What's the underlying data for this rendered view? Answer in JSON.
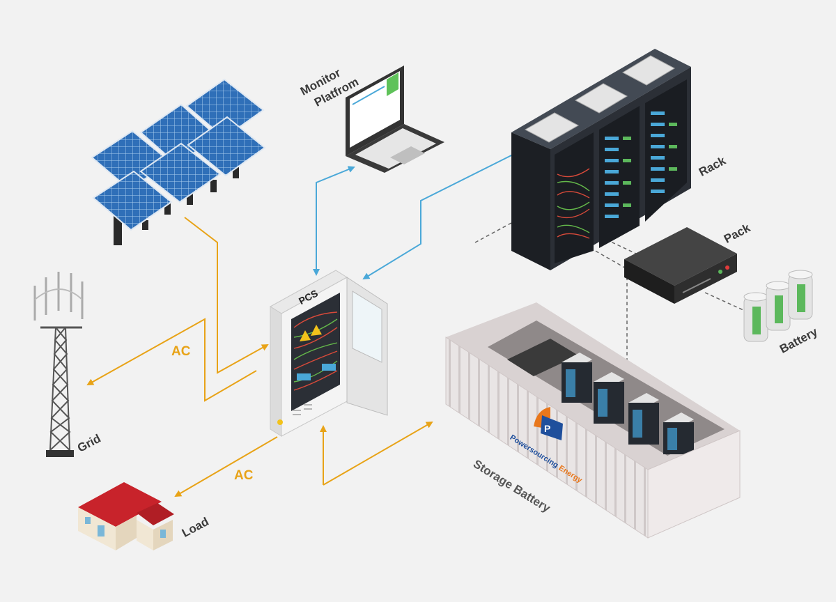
{
  "labels": {
    "monitor_line1": "Monitor",
    "monitor_line2": "Platfrom",
    "rack": "Rack",
    "pack": "Pack",
    "battery": "Battery",
    "pcs": "PCS",
    "grid": "Grid",
    "load": "Load",
    "ac_top": "AC",
    "ac_bottom": "AC",
    "storage_battery": "Storage Battery"
  },
  "brand": {
    "name_part1": "Powersourcing",
    "name_part2": "Energy"
  },
  "colors": {
    "ac_flow": "#e8a317",
    "data_flow": "#4aa8d8",
    "background": "#f2f2f2",
    "rack_body": "#2b2f36",
    "solar_panel": "#2f6fb8",
    "house_roof": "#c8232b",
    "brand_orange": "#e8771c",
    "brand_blue": "#1f4f9c"
  }
}
